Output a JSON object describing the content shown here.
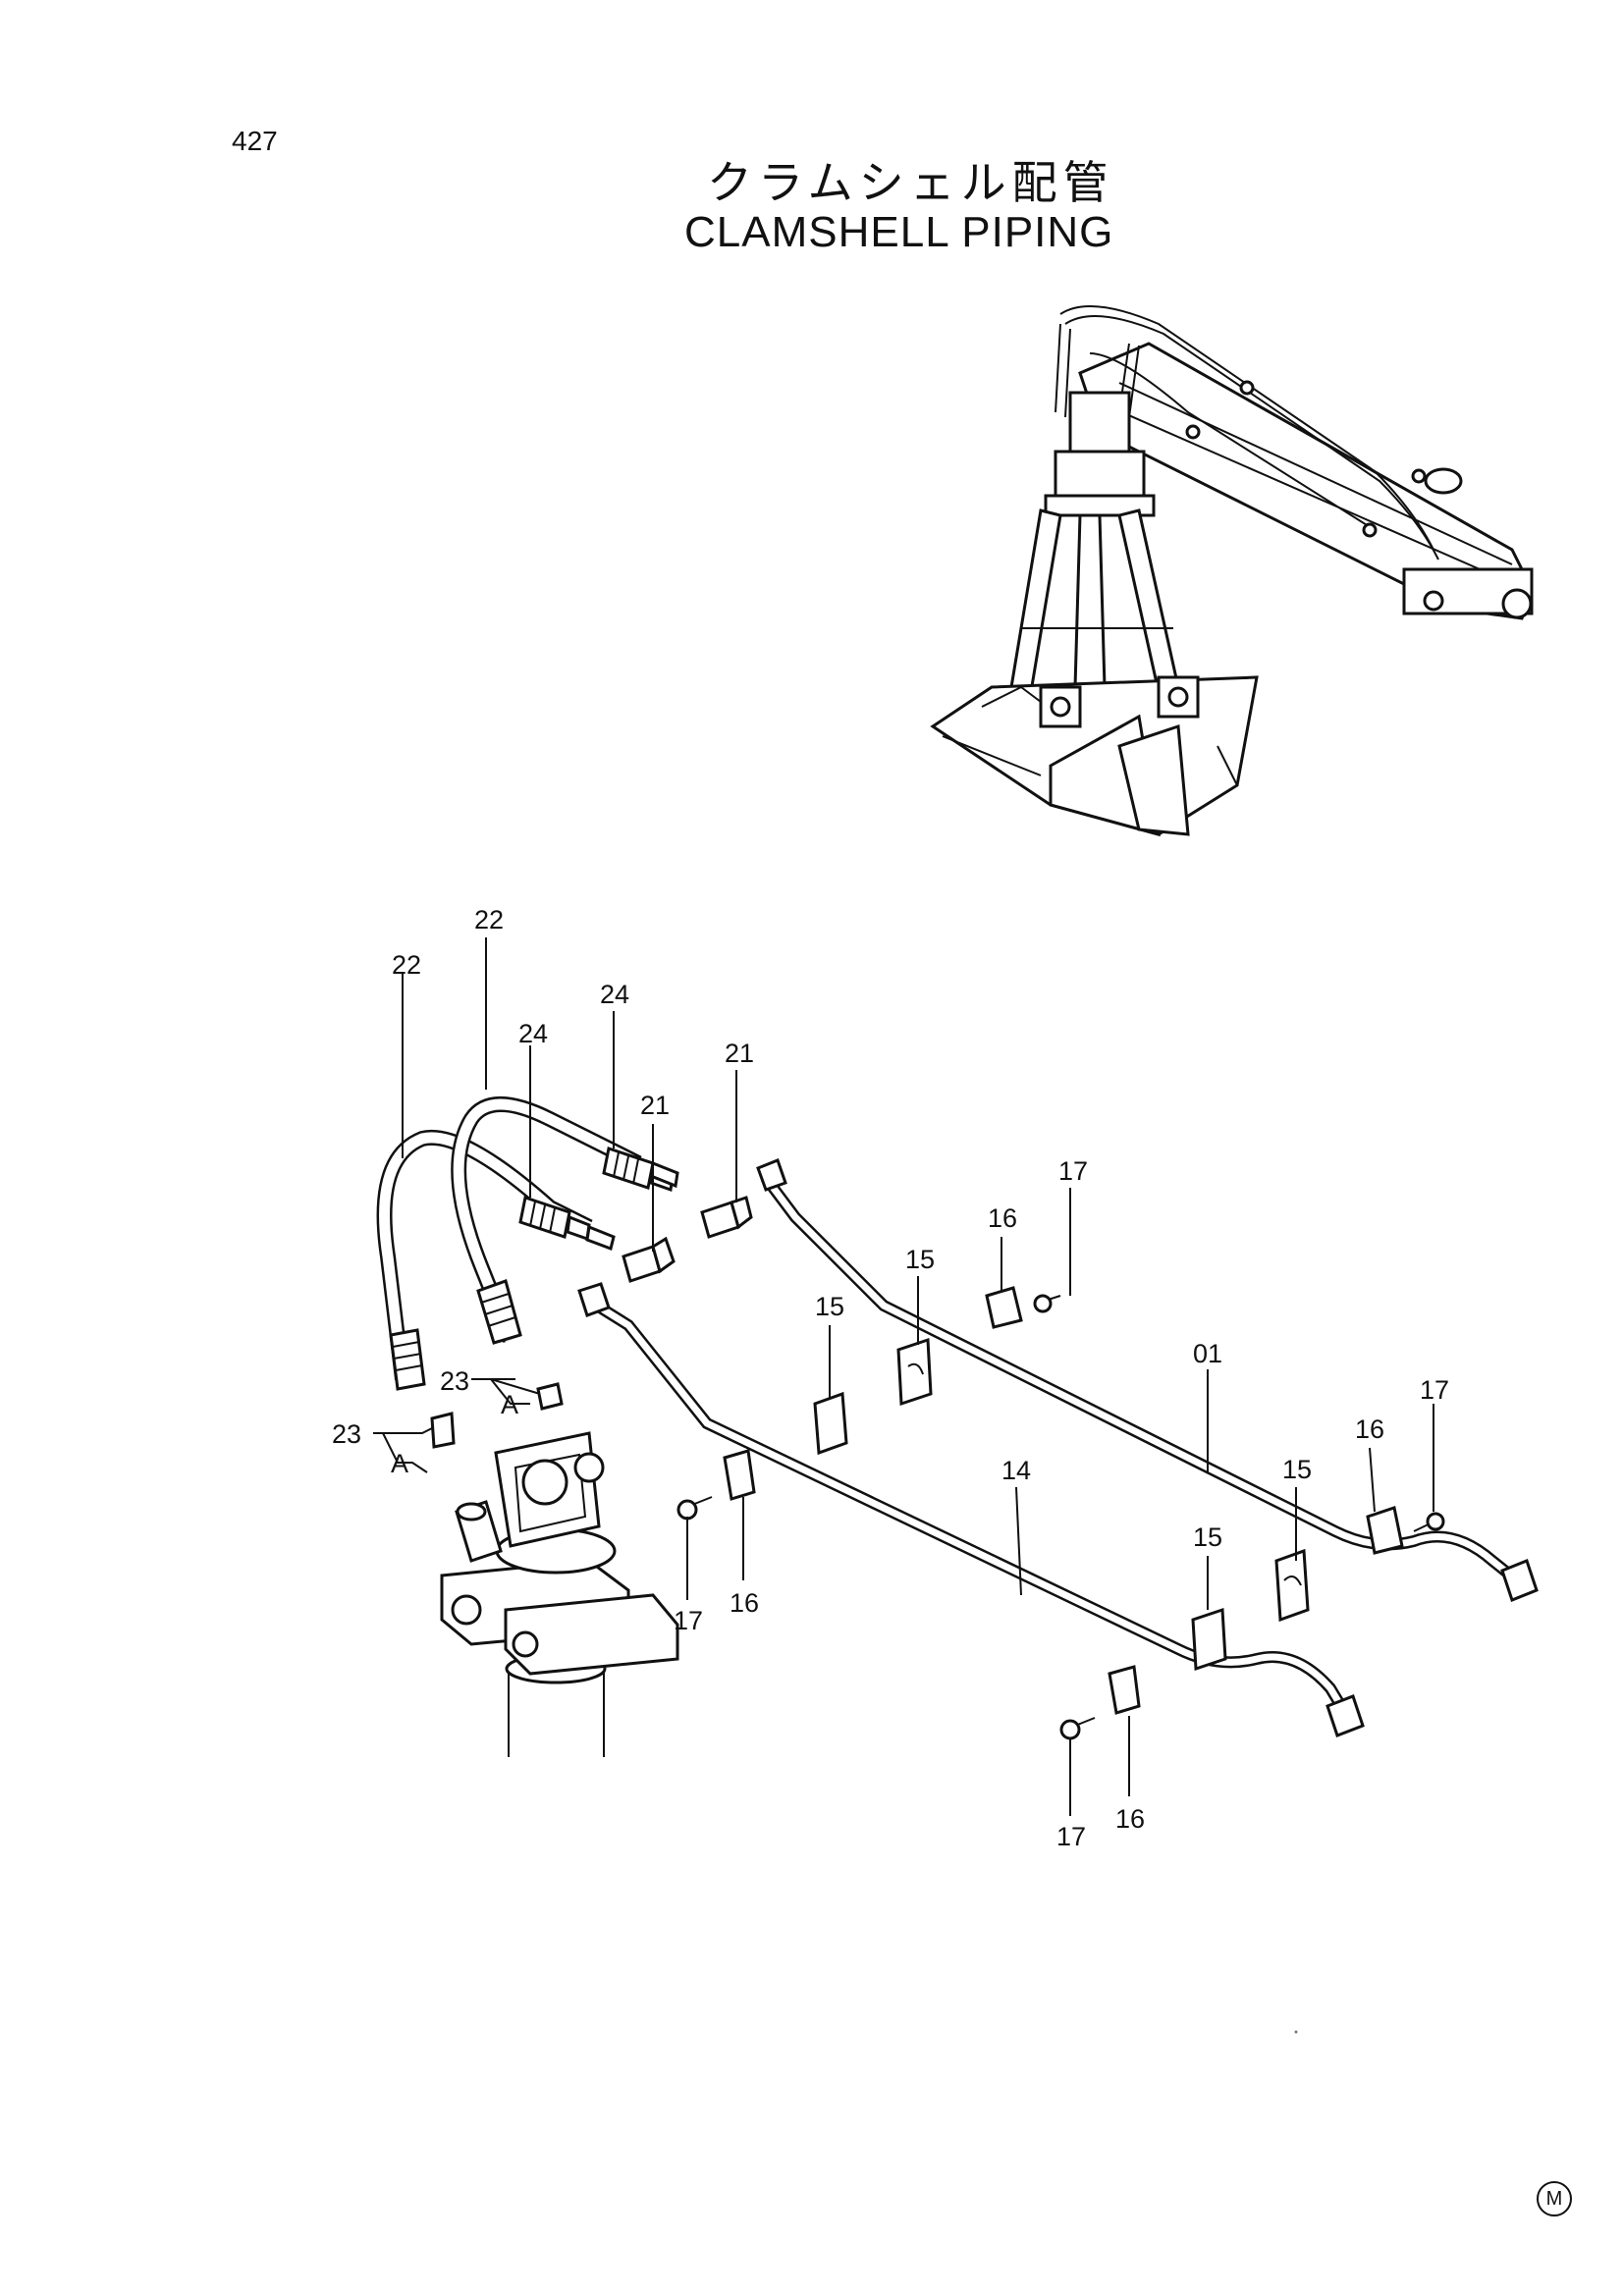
{
  "page_number": "427",
  "title_jp": "クラムシェル配管",
  "title_en": "CLAMSHELL  PIPING",
  "corner_mark": "M",
  "callouts": {
    "c22a": "22",
    "c22b": "22",
    "c24a": "24",
    "c24b": "24",
    "c21a": "21",
    "c21b": "21",
    "c17a": "17",
    "c16a": "16",
    "c15a": "15",
    "c15b": "15",
    "c01": "01",
    "c17b": "17",
    "c16b": "16",
    "c15c": "15",
    "c14": "14",
    "c15d": "15",
    "c23a": "23",
    "c23b": "23",
    "cAa": "A",
    "cAb": "A",
    "c17c": "17",
    "c16c": "16",
    "c17d": "17",
    "c16d": "16"
  }
}
